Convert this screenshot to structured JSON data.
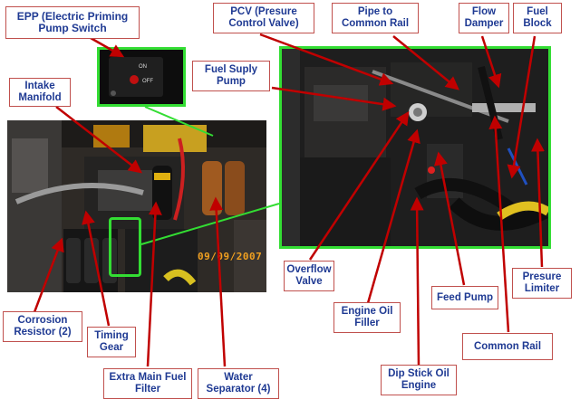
{
  "colors": {
    "arrow": "#c00000",
    "label_text": "#1f3a93",
    "label_border": "#c0504d",
    "highlight": "#33dd33",
    "stamp": "#f0a020"
  },
  "photo_date_stamp": "09/09/2007",
  "inset_switch": {
    "on_text": "ON",
    "off_text": "OFF"
  },
  "labels": {
    "epp": "EPP (Electric Priming Pump Switch",
    "intake_manifold": "Intake Manifold",
    "pcv": "PCV (Presure Control Valve)",
    "pipe_common_rail": "Pipe to Common Rail",
    "flow_damper": "Flow Damper",
    "fuel_block": "Fuel Block",
    "fuel_supply_pump": "Fuel Suply Pump",
    "overflow_valve": "Overflow Valve",
    "engine_oil_filler": "Engine Oil Filler",
    "feed_pump": "Feed Pump",
    "presure_limiter": "Presure Limiter",
    "common_rail": "Common Rail",
    "dip_stick": "Dip Stick Oil Engine",
    "corrosion_resistor": "Corrosion Resistor (2)",
    "timing_gear": "Timing Gear",
    "extra_main_filter": "Extra Main Fuel Filter",
    "water_separator": "Water Separator (4)"
  }
}
